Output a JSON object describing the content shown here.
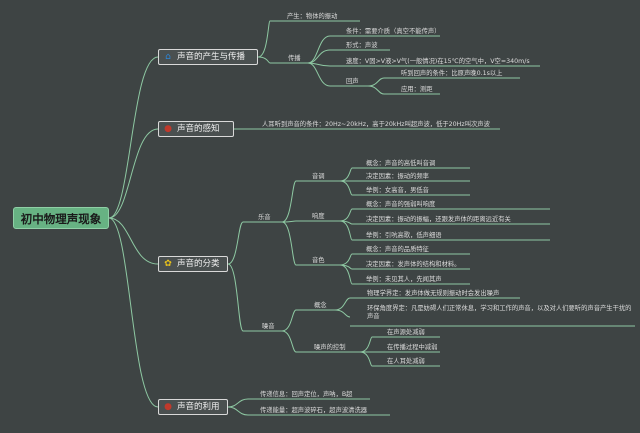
{
  "root": {
    "label": "初中物理声现象"
  },
  "branches": [
    {
      "label": "声音的产生与传播",
      "icon": "home-icon",
      "icon_color": "#2c86d9",
      "items": [
        {
          "label": "产生：物体的振动"
        },
        {
          "label": "传播",
          "children": [
            {
              "label": "条件：需要介质（真空不能传声）"
            },
            {
              "label": "形式：声波"
            },
            {
              "label": "速度：V固>V液>V气(一般情况)在15℃的空气中，V空=340m/s"
            },
            {
              "label": "回声",
              "children": [
                {
                  "label": "听到回声的条件：比原声晚0.1s以上"
                },
                {
                  "label": "应用：测距"
                }
              ]
            }
          ]
        }
      ]
    },
    {
      "label": "声音的感知",
      "icon": "circle-icon",
      "icon_color": "#c0392b",
      "items": [
        {
          "label": "人耳听到声音的条件：20Hz~20kHz，高于20kHz叫超声波，低于20Hz叫次声波"
        }
      ]
    },
    {
      "label": "声音的分类",
      "icon": "flower-icon",
      "icon_color": "#e8c21a",
      "items": [
        {
          "label": "乐音",
          "children": [
            {
              "label": "音调",
              "children": [
                {
                  "label": "概念：声音的高低叫音调"
                },
                {
                  "label": "决定因素：振动的频率"
                },
                {
                  "label": "举例：女高音，男低音"
                }
              ]
            },
            {
              "label": "响度",
              "children": [
                {
                  "label": "概念：声音的强弱叫响度"
                },
                {
                  "label": "决定因素：振动的振幅，还跟发声体的距离远近有关"
                },
                {
                  "label": "举例：引吭高歌，低声细语"
                }
              ]
            },
            {
              "label": "音色",
              "children": [
                {
                  "label": "概念：声音的品质特征"
                },
                {
                  "label": "决定因素：发声体的结构和材料。"
                },
                {
                  "label": "举例：未见其人，先闻其声"
                }
              ]
            }
          ]
        },
        {
          "label": "噪音",
          "children": [
            {
              "label": "概念",
              "children": [
                {
                  "label": "物理学界定：发声体做无规则振动时会发出噪声"
                },
                {
                  "label": "环保角度界定：凡是妨碍人们正常休息，学习和工作的声音，以及对人们要听的声音产生干扰的声音"
                }
              ]
            },
            {
              "label": "噪声的控制",
              "children": [
                {
                  "label": "在声源处减弱"
                },
                {
                  "label": "在传播过程中减弱"
                },
                {
                  "label": "在人耳处减弱"
                }
              ]
            }
          ]
        }
      ]
    },
    {
      "label": "声音的利用",
      "icon": "circle-icon",
      "icon_color": "#c0392b",
      "items": [
        {
          "label": "传递信息：回声定位，声呐，B超"
        },
        {
          "label": "传递能量：超声波碎石，超声波清洗器"
        }
      ]
    }
  ]
}
